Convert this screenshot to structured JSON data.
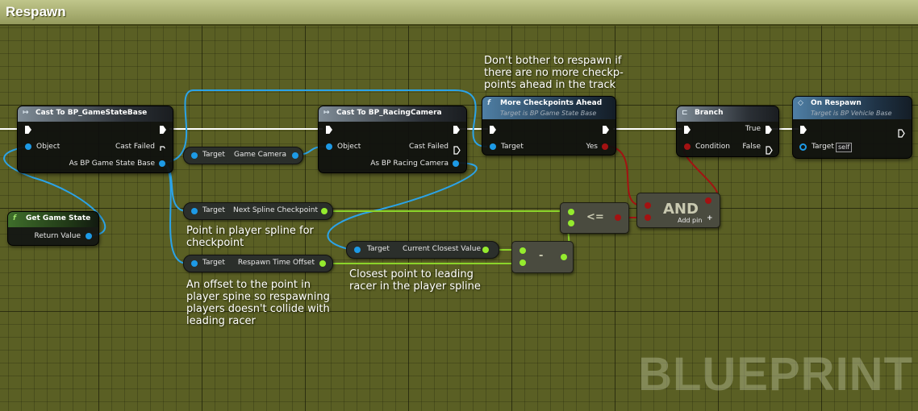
{
  "graph": {
    "title": "Respawn",
    "watermark": "BLUEPRINT"
  },
  "nodes": {
    "cast_gamestate": {
      "title": "Cast To BP_GameStateBase",
      "in_object": "Object",
      "out_failed": "Cast Failed",
      "out_as": "As BP Game State Base"
    },
    "get_game_state": {
      "title": "Get Game State",
      "out_return": "Return Value"
    },
    "cast_camera": {
      "title": "Cast To BP_RacingCamera",
      "in_object": "Object",
      "out_failed": "Cast Failed",
      "out_as": "As BP Racing Camera"
    },
    "game_camera": {
      "in_target": "Target",
      "out": "Game Camera"
    },
    "more_checkpoints": {
      "title": "More Checkpoints Ahead",
      "subtitle": "Target is BP Game State Base",
      "in_target": "Target",
      "out_yes": "Yes"
    },
    "branch": {
      "title": "Branch",
      "in_condition": "Condition",
      "out_true": "True",
      "out_false": "False"
    },
    "on_respawn": {
      "title": "On Respawn",
      "subtitle": "Target is BP Vehicle Base",
      "in_target": "Target",
      "self_value": "self"
    },
    "next_spline": {
      "in_target": "Target",
      "out": "Next Spline Checkpoint"
    },
    "respawn_offset": {
      "in_target": "Target",
      "out": "Respawn Time Offset"
    },
    "current_closest": {
      "in_target": "Target",
      "out": "Current Closest Value"
    },
    "leq": {
      "symbol": "<="
    },
    "minus": {
      "symbol": "-"
    },
    "and_node": {
      "title": "AND",
      "add_pin": "Add pin"
    }
  },
  "comments": {
    "no_more_checkpoints": [
      "Don't bother to respawn if",
      "there are no more checkp-",
      "points ahead in the track"
    ],
    "point_in_spline": [
      "Point in player spline for",
      "checkpoint"
    ],
    "offset_note": [
      "An offset to the point in",
      "player spine so respawning",
      "players doesn't collide with",
      "leading racer"
    ],
    "closest_note": [
      "Closest point to leading",
      "racer in the player spline"
    ]
  },
  "colors": {
    "exec": "#ffffff",
    "object": "#1d9ae6",
    "float": "#95eb2e",
    "bool": "#a31212",
    "canvas": "#5a5f24"
  },
  "icons": {
    "cast": "cast-arrow-icon",
    "function": "function-icon",
    "branch": "branch-icon",
    "event": "event-diamond-icon"
  }
}
